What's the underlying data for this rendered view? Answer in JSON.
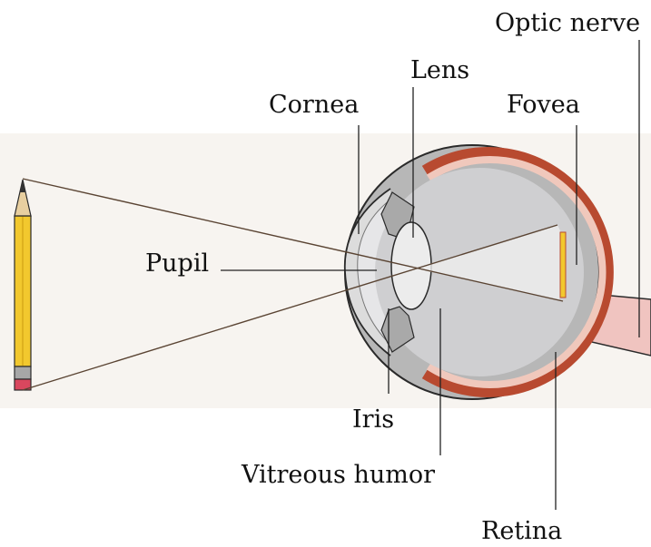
{
  "labels": {
    "optic_nerve": "Optic nerve",
    "lens": "Lens",
    "cornea": "Cornea",
    "fovea": "Fovea",
    "pupil": "Pupil",
    "iris": "Iris",
    "vitreous_humor": "Vitreous humor",
    "retina": "Retina"
  },
  "colors": {
    "background_band": "#f7f4f0",
    "eye_body": "#b7b7b7",
    "eye_outline": "#2a2a2a",
    "retina": "#b84a30",
    "choroid": "#f0c8bc",
    "vitreous": "#cfcfd1",
    "lens": "#ececec",
    "optic_nerve": "#f0c4c0",
    "pencil_body": "#f2c82e",
    "pencil_eraser": "#d9475e",
    "ray": "#5a4433"
  }
}
